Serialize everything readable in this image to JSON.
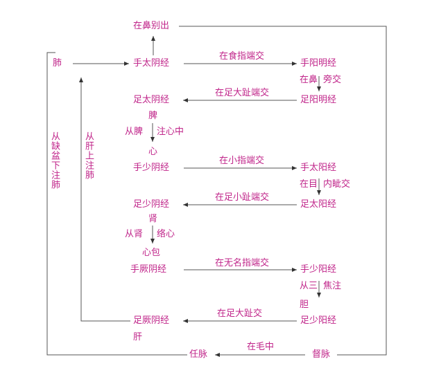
{
  "colors": {
    "text": "#c0258a",
    "line": "#555555"
  },
  "nodes": {
    "biechu": "在鼻别出",
    "fei": "肺",
    "shoutaiyin": "手太阴经",
    "shouyangming": "手阳明经",
    "zaibi": "在鼻",
    "pangjiao": "旁交",
    "zutaiyin": "足太阴经",
    "zuyangming": "足阳明经",
    "pi": "脾",
    "congpi": "从脾",
    "zhuxinzhong": "注心中",
    "xin": "心",
    "shoushaoyin": "手少阴经",
    "shoutaiyang": "手太阳经",
    "zaimu": "在目",
    "neizijiao": "内眦交",
    "zushaoyin": "足少阴经",
    "zutaiyang": "足太阳经",
    "shen": "肾",
    "congshen": "从肾",
    "luoxin": "络心",
    "xinbao": "心包",
    "shoujueyin": "手厥阴经",
    "shoushaoyang": "手少阳经",
    "congsan": "从三",
    "jiaozhu": "焦注",
    "dan": "胆",
    "zujueyin": "足厥阴经",
    "zushaoyang": "足少阳经",
    "gan": "肝",
    "renmai": "任脉",
    "dumai": "督脉"
  },
  "edge_labels": {
    "shizhi": "在食指端交",
    "zudazhi": "在足大趾端交",
    "xiaozhi": "在小指端交",
    "zuxiaozhi": "在足小趾端交",
    "wuming": "在无名指端交",
    "zudazhi2": "在足大趾交",
    "maozhong": "在毛中"
  },
  "vertical_labels": {
    "quepen": "从缺盆下注肺",
    "gan_shang": "从肝上注肺"
  }
}
